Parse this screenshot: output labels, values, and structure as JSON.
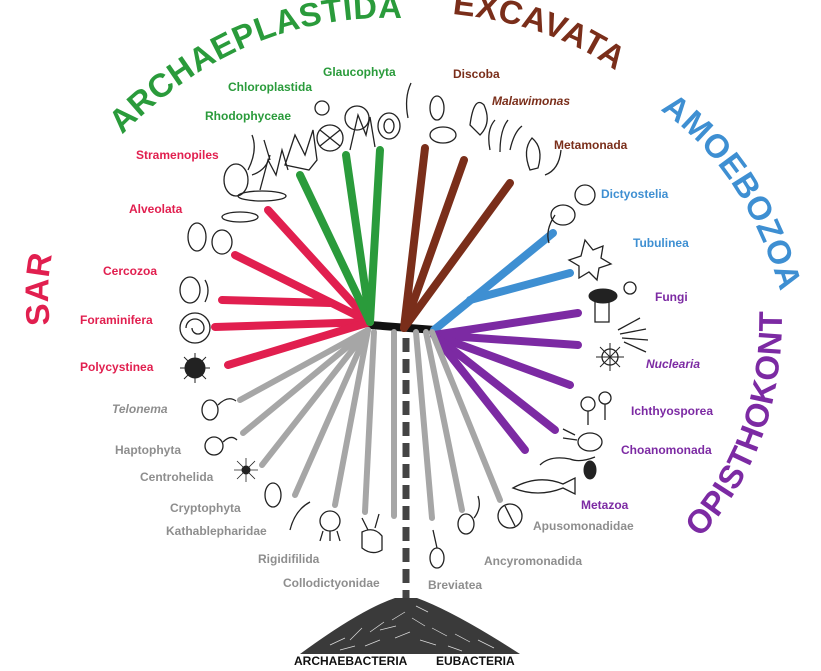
{
  "colors": {
    "sar": "#e11f4f",
    "archaeplastida": "#2a9b3b",
    "excavata": "#7a2e1a",
    "amoebozoa": "#3e8fd2",
    "opisthokonta": "#7c2aa3",
    "other": "#a6a6a6",
    "root": "#444444"
  },
  "supergroups": [
    {
      "key": "sar",
      "name": "SAR"
    },
    {
      "key": "archaeplastida",
      "name": "ARCHAEPLASTIDA"
    },
    {
      "key": "excavata",
      "name": "EXCAVATA"
    },
    {
      "key": "amoebozoa",
      "name": "AMOEBOZOA"
    },
    {
      "key": "opisthokonta",
      "name": "OPISTHOKONTA"
    }
  ],
  "groups": {
    "sar": [
      "Stramenopiles",
      "Alveolata",
      "Cercozoa",
      "Foraminifera",
      "Polycystinea"
    ],
    "archaeplastida": [
      "Chloroplastida",
      "Glaucophyta",
      "Rhodophyceae"
    ],
    "excavata": [
      "Discoba",
      "Malawimonas",
      "Metamonada"
    ],
    "amoebozoa": [
      "Dictyostelia",
      "Tubulinea"
    ],
    "opisthokonta": [
      "Fungi",
      "Nuclearia",
      "Ichthyosporea",
      "Choanomonada",
      "Metazoa"
    ],
    "other": [
      "Telonema",
      "Haptophyta",
      "Centrohelida",
      "Cryptophyta",
      "Kathablepharidae",
      "Rigidifilida",
      "Collodictyonidae",
      "Breviatea",
      "Ancyromonadida",
      "Apusomonadidae"
    ]
  },
  "base_labels": [
    "ARCHAEBACTERIA",
    "EUBACTERIA"
  ]
}
